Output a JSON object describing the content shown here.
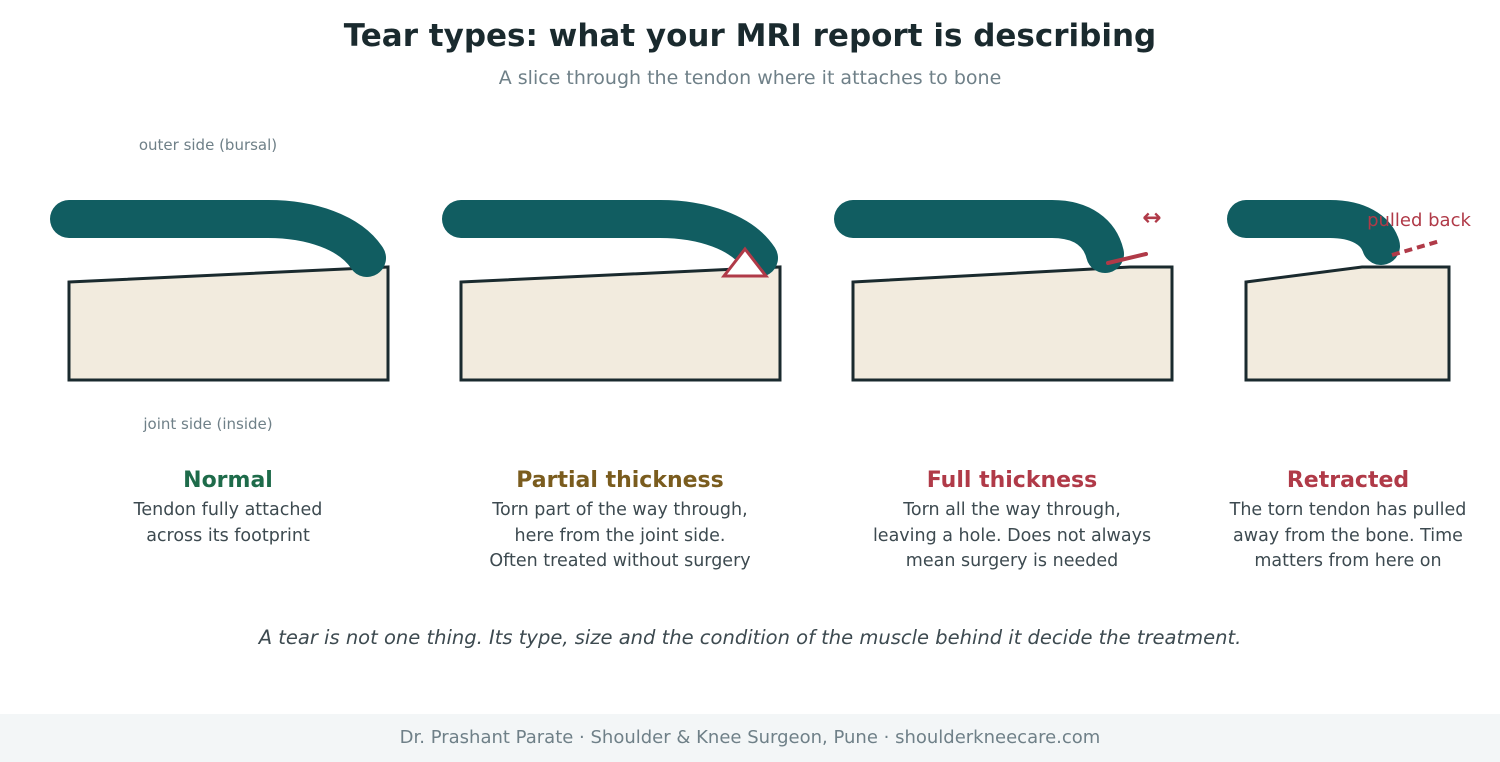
{
  "header": {
    "title": "Tear types: what your MRI report is describing",
    "subtitle": "A slice through the tendon where it attaches to bone"
  },
  "diagram": {
    "outer_label": "outer side (bursal)",
    "inner_label": "joint side (inside)",
    "arrow_glyph": "↔",
    "pulled_back_label": "pulled back"
  },
  "tear_types": [
    {
      "name": "Normal",
      "color": "#1e6b4a",
      "description": [
        "Tendon fully attached",
        "across its footprint"
      ]
    },
    {
      "name": "Partial thickness",
      "color": "#7a5c1e",
      "description": [
        "Torn part of the way through,",
        "here from the joint side.",
        "Often treated without surgery"
      ]
    },
    {
      "name": "Full thickness",
      "color": "#b03a48",
      "description": [
        "Torn all the way through,",
        "leaving a hole. Does not always",
        "mean surgery is needed"
      ]
    },
    {
      "name": "Retracted",
      "color": "#b03a48",
      "description": [
        "The torn tendon has pulled",
        "away from the bone. Time",
        "matters from here on"
      ]
    }
  ],
  "takeaway": "A tear is not one thing. Its type, size and the condition of the muscle behind it decide the treatment.",
  "footer": "Dr. Prashant Parate · Shoulder & Knee Surgeon, Pune · shoulderkneecare.com",
  "colors": {
    "tendon": "#115d61",
    "bone_fill": "#f2ebde",
    "bone_stroke": "#1a2a2e",
    "tear_accent": "#b03a48",
    "muted_text": "#6f8088"
  }
}
